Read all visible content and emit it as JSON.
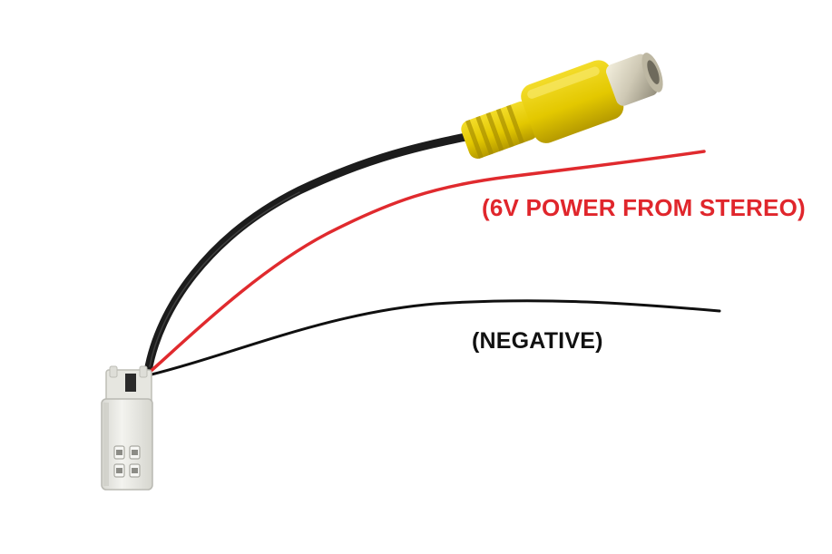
{
  "labels": {
    "power": "(6V POWER FROM STEREO)",
    "negative": "(NEGATIVE)"
  },
  "colors": {
    "background": "#ffffff",
    "power_text": "#e0262c",
    "negative_text": "#111111",
    "red_wire": "#e02a2e",
    "black_wire": "#101010",
    "coax_cable": "#1c1c1c",
    "rca_yellow": "#e3c800",
    "rca_yellow_dark": "#b59a00",
    "rca_metal": "#cfc9b5",
    "connector_white": "#eeeeea",
    "connector_shadow": "#c9c9c2"
  },
  "parts": {
    "connector": "white-4-pin-connector",
    "plug": "yellow-rca-plug"
  }
}
